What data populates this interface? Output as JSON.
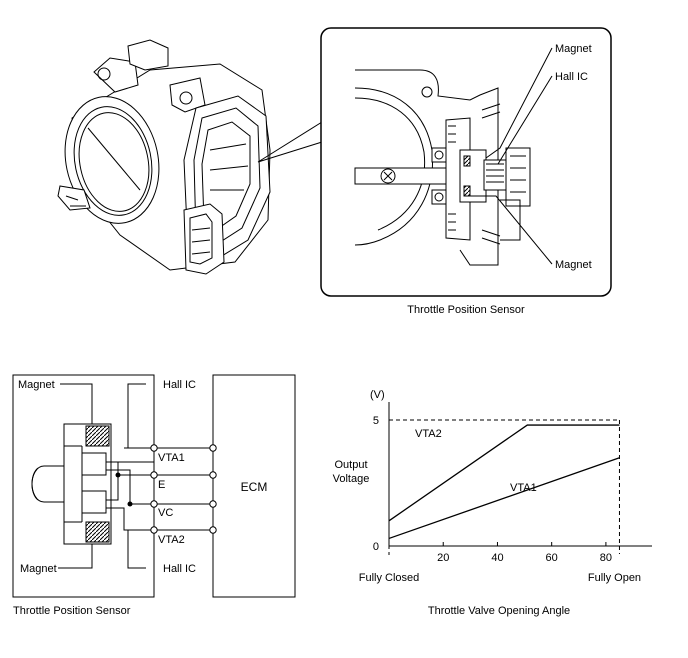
{
  "illustration": {
    "callouts": {
      "magnet_top": "Magnet",
      "hall_ic": "Hall IC",
      "magnet_bottom": "Magnet"
    },
    "caption": "Throttle Position Sensor"
  },
  "circuit": {
    "magnet_top": "Magnet",
    "magnet_bottom": "Magnet",
    "hall_ic_top": "Hall IC",
    "hall_ic_bottom": "Hall IC",
    "terminals": [
      "VTA1",
      "E",
      "VC",
      "VTA2"
    ],
    "ecm": "ECM",
    "caption": "Throttle Position Sensor"
  },
  "chart_data": {
    "type": "line",
    "title": "",
    "ylabel": "Output Voltage",
    "yunit": "(V)",
    "xlabel": "Throttle Valve Opening Angle",
    "xlim": [
      0,
      97
    ],
    "ylim": [
      0,
      5
    ],
    "xticks": [
      0,
      20,
      40,
      60,
      80
    ],
    "yticks": [
      0,
      5
    ],
    "x_label_left": "Fully Closed",
    "x_label_right": "Fully Open",
    "fully_open_x": 85,
    "series": [
      {
        "name": "VTA2",
        "x": [
          0,
          51,
          85
        ],
        "values": [
          1.0,
          4.8,
          4.8
        ]
      },
      {
        "name": "VTA1",
        "x": [
          0,
          85
        ],
        "values": [
          0.3,
          3.5
        ]
      }
    ]
  }
}
